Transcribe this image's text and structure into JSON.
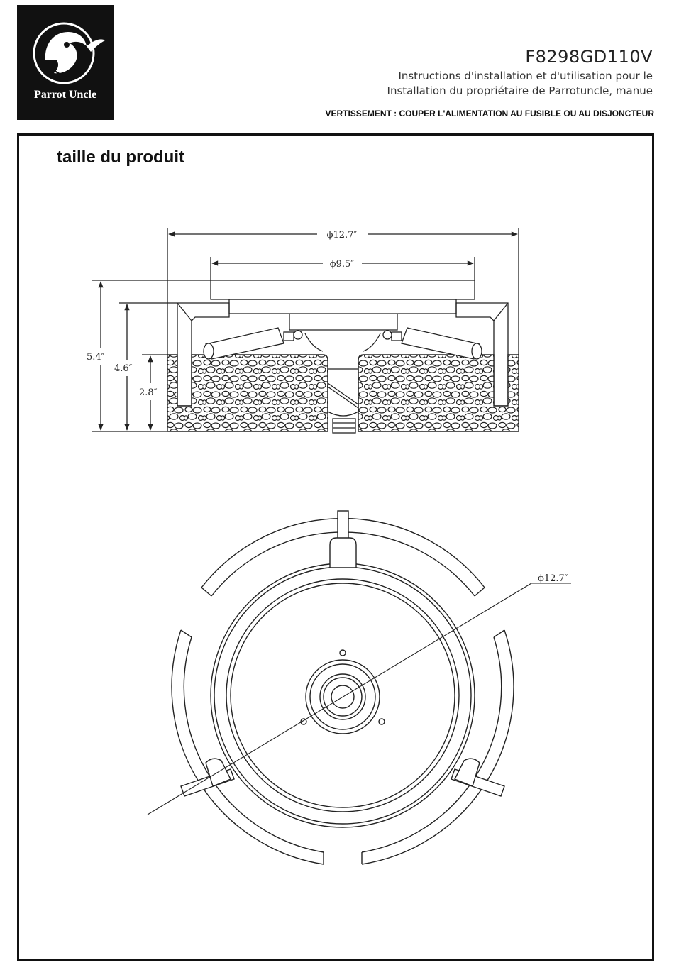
{
  "brand": {
    "name": "Parrot Uncle"
  },
  "header": {
    "model": "F8298GD110V",
    "instructions_line1": "Instructions d'installation et d'utilisation pour le",
    "instructions_line2": "Installation du propriétaire de Parrotuncle, manue",
    "warning": "VERTISSEMENT : COUPER L'ALIMENTATION AU FUSIBLE OU AU DISJONCTEUR"
  },
  "section": {
    "title": "taille du produit"
  },
  "dimensions": {
    "overall_diameter": "ϕ12.7″",
    "canopy_diameter": "ϕ9.5″",
    "total_height": "5.4″",
    "body_height": "4.6″",
    "shade_height": "2.8″",
    "top_view_diameter": "ϕ12.7″"
  }
}
